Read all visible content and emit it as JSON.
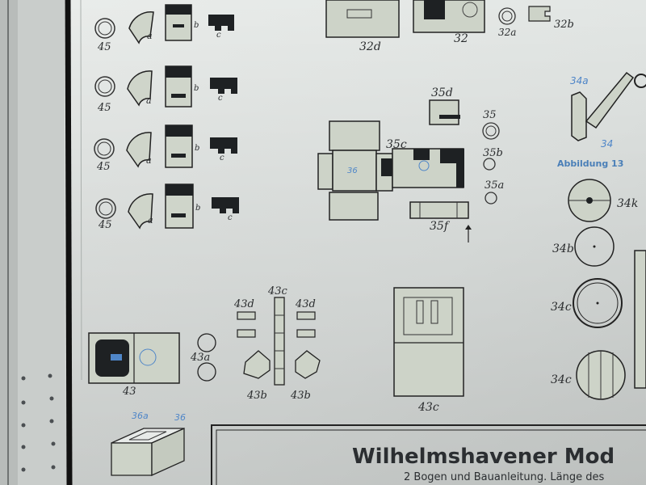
{
  "scene": {
    "description_free": true,
    "colors": {
      "paper": "#e3e6e4",
      "part_fill": "#cdd3c8",
      "ink": "#1d2022",
      "blue_label": "#4f86c8",
      "background": "#6f7270"
    }
  },
  "parts": {
    "p32d": "32d",
    "p32": "32",
    "p32a": "32a",
    "p32b": "32b",
    "p35d": "35d",
    "p35": "35",
    "p35b": "35b",
    "p35a": "35a",
    "p35c": "35c",
    "p36": "36",
    "p35f": "35f",
    "p34a": "34a",
    "p34": "34",
    "p34k": "34k",
    "p34b": "34b",
    "p34c1": "34c",
    "p34c2": "34c",
    "p45_1": "45",
    "p45_2": "45",
    "p45_3": "45",
    "p45_4": "45",
    "a": "a",
    "b": "b",
    "c": "c",
    "p43c_top": "43c",
    "p43d_left": "43d",
    "p43d_right": "43d",
    "p43": "43",
    "p43a": "43a",
    "p43b_left": "43b",
    "p43b_right": "43b",
    "p43c_bottom": "43c",
    "p36a": "36a",
    "p36_bottom": "36"
  },
  "caption": "Abbildung 13",
  "title_block": {
    "title": "Wilhelmshavener Mod",
    "subtitle": "2 Bogen und Bauanleitung. Länge des"
  }
}
